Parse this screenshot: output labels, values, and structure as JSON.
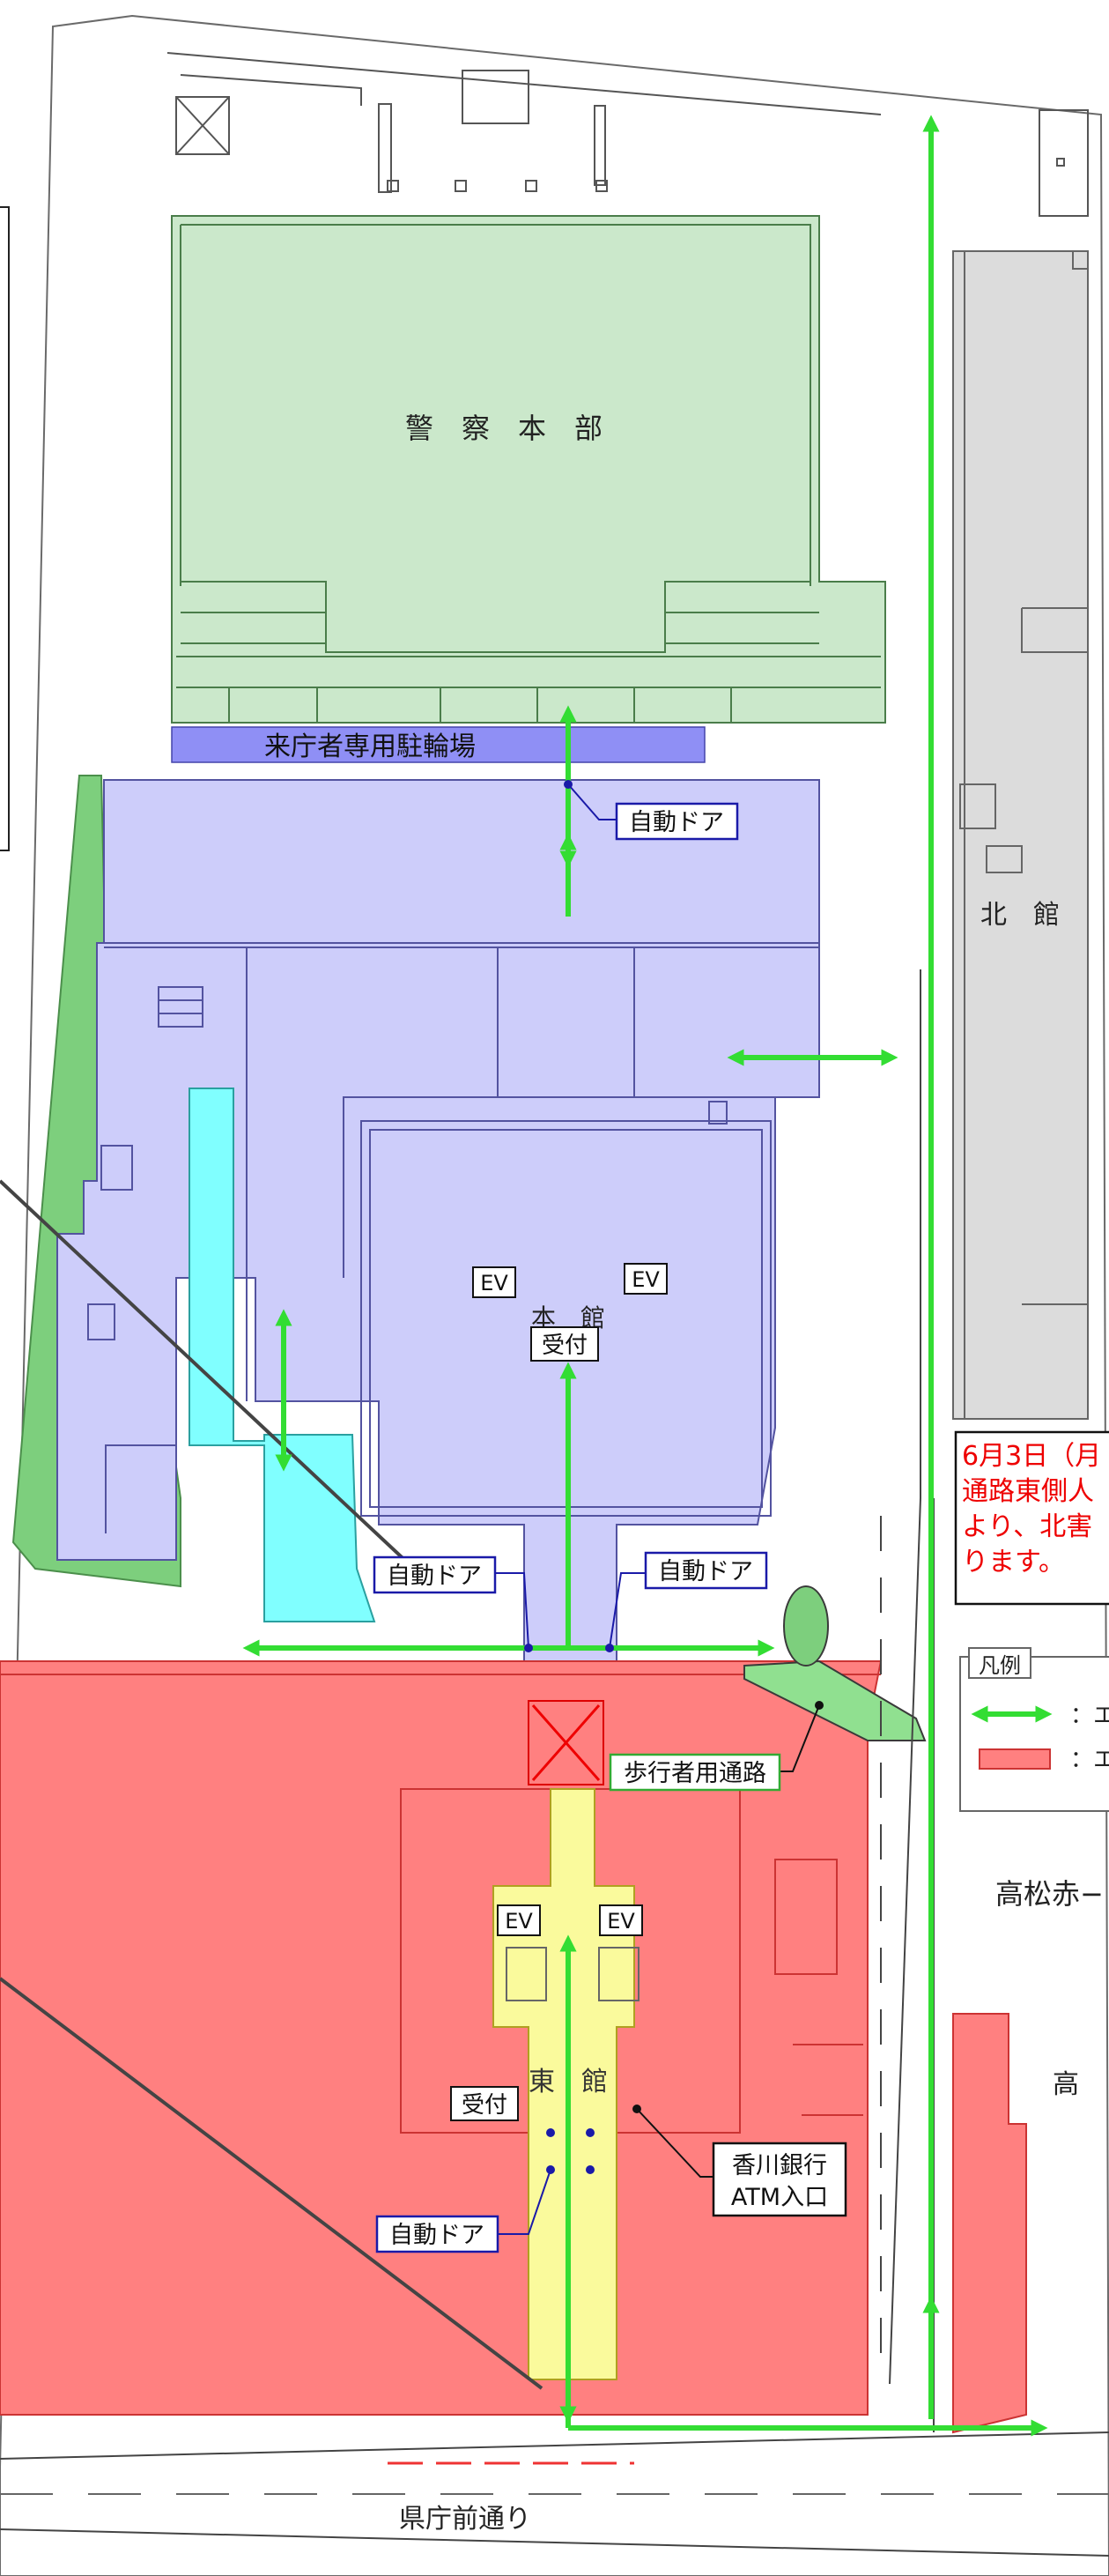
{
  "labels": {
    "police_hq": "警　察　本　部",
    "bicycle_parking": "来庁者専用駐輪場",
    "auto_door": "自動ドア",
    "north_building": "北　館",
    "main_building": "本　館",
    "east_building": "東　館",
    "reception": "受付",
    "ev": "EV",
    "pedestrian_path": "歩行者用通路",
    "atm_line1": "香川銀行",
    "atm_line2": "ATM入口",
    "street": "県庁前通り",
    "district": "高松赤−",
    "district_partial": "高"
  },
  "notice": {
    "line1": "6月3日（月",
    "line2": "通路東側人",
    "line3": "より、北害",
    "line4": "ります。"
  },
  "legend": {
    "title": "凡例",
    "green_label": "：エ",
    "red_label": "：エ"
  },
  "colors": {
    "police_fill": "#cbe8cb",
    "main_fill": "#cdcdfa",
    "parking_fill": "#8f8ff5",
    "east_fill": "#ff8080",
    "east_corridor": "#fafa9c",
    "north_fill": "#dcdcdc",
    "cyan_fill": "#80ffff",
    "green_area": "#7dcf7d",
    "arrow_green": "#33dd33",
    "notice_red": "#ee0000",
    "door_label_border": "#1a1aa8"
  }
}
